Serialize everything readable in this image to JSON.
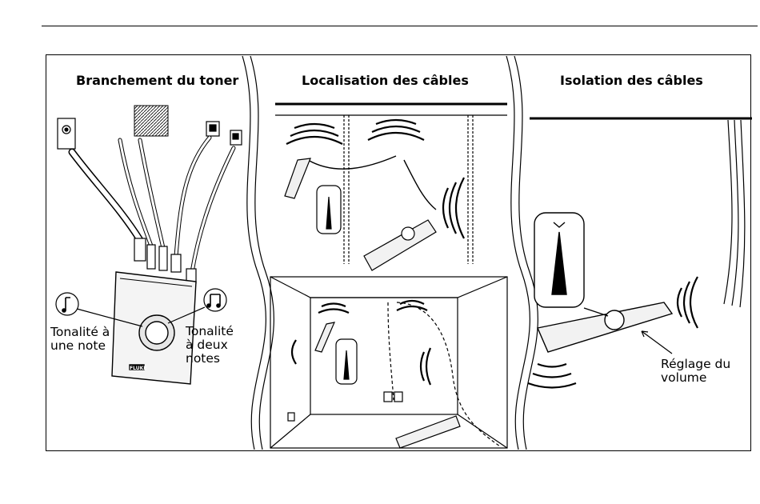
{
  "panels": [
    {
      "title": "Branchement du toner"
    },
    {
      "title": "Localisation des câbles"
    },
    {
      "title": "Isolation des câbles"
    }
  ],
  "labels": {
    "single_tone": [
      "Tonalité à",
      "une note"
    ],
    "dual_tone": [
      "Tonalité",
      "à deux",
      "notes"
    ],
    "volume": [
      "Réglage du",
      "volume"
    ]
  },
  "device_brand": "FLUKE"
}
